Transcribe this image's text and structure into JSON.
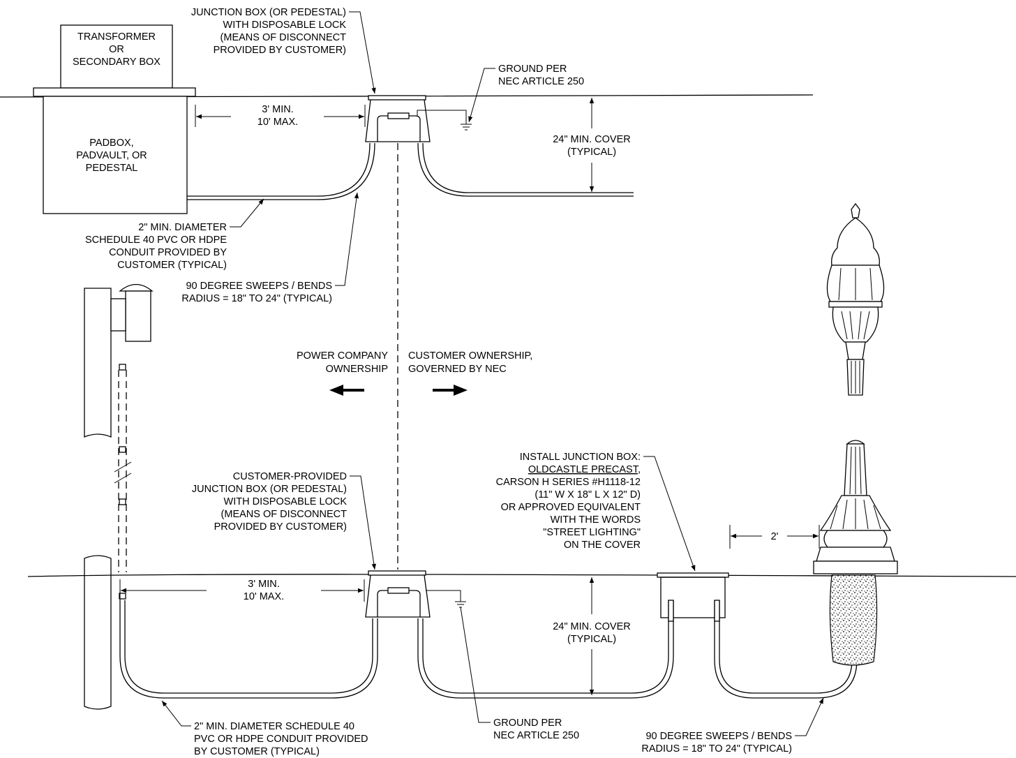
{
  "top": {
    "transformer": [
      "TRANSFORMER",
      "OR",
      "SECONDARY BOX"
    ],
    "padbox": [
      "PADBOX,",
      "PADVAULT, OR",
      "PEDESTAL"
    ],
    "junction_box": [
      "JUNCTION BOX (OR PEDESTAL)",
      "WITH DISPOSABLE LOCK",
      "(MEANS OF DISCONNECT",
      "PROVIDED BY CUSTOMER)"
    ],
    "ground": [
      "GROUND PER",
      "NEC ARTICLE 250"
    ],
    "distance": [
      "3' MIN.",
      "10' MAX."
    ],
    "cover": [
      "24\" MIN. COVER",
      "(TYPICAL)"
    ],
    "conduit": [
      "2\" MIN. DIAMETER",
      "SCHEDULE 40 PVC OR HDPE",
      "CONDUIT PROVIDED BY",
      "CUSTOMER (TYPICAL)"
    ],
    "sweeps": [
      "90 DEGREE SWEEPS / BENDS",
      "RADIUS = 18\" TO 24\" (TYPICAL)"
    ]
  },
  "ownership": {
    "power": [
      "POWER COMPANY",
      "OWNERSHIP"
    ],
    "customer": [
      "CUSTOMER OWNERSHIP,",
      "GOVERNED BY NEC"
    ]
  },
  "bottom": {
    "junction_box": [
      "CUSTOMER-PROVIDED",
      "JUNCTION BOX (OR PEDESTAL)",
      "WITH DISPOSABLE LOCK",
      "(MEANS OF DISCONNECT",
      "PROVIDED BY CUSTOMER)"
    ],
    "install_box": [
      "INSTALL JUNCTION BOX:",
      "OLDCASTLE PRECAST",
      ",",
      "CARSON H SERIES #H1118-12",
      "(11\" W X 18\" L X 12\" D)",
      "OR APPROVED EQUIVALENT",
      "WITH THE WORDS",
      "\"STREET LIGHTING\"",
      "ON THE COVER"
    ],
    "offset": "2'",
    "distance": [
      "3' MIN.",
      "10' MAX."
    ],
    "cover": [
      "24\" MIN. COVER",
      "(TYPICAL)"
    ],
    "conduit": [
      "2\" MIN. DIAMETER SCHEDULE 40",
      "PVC OR HDPE CONDUIT PROVIDED",
      "BY CUSTOMER (TYPICAL)"
    ],
    "ground": [
      "GROUND PER",
      "NEC ARTICLE 250"
    ],
    "sweeps": [
      "90 DEGREE SWEEPS / BENDS",
      "RADIUS = 18\" TO 24\" (TYPICAL)"
    ]
  }
}
